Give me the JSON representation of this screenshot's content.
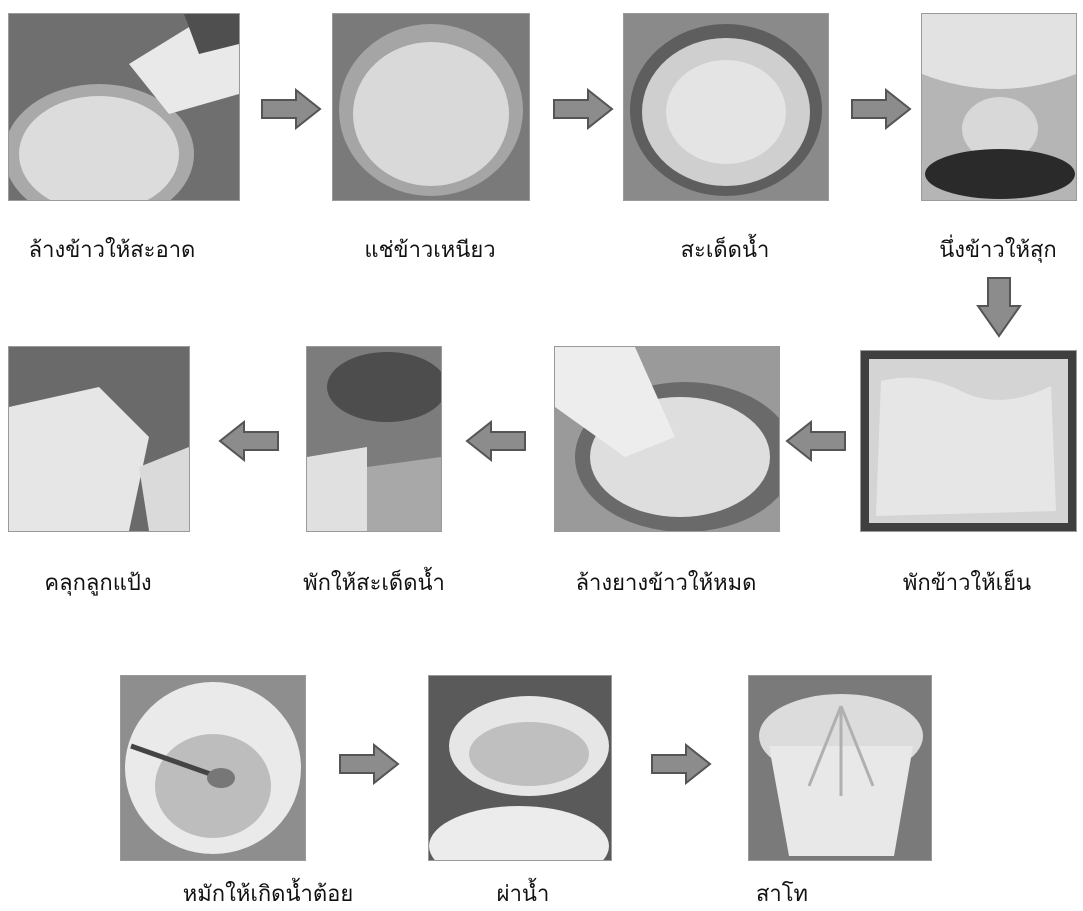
{
  "diagram": {
    "steps": [
      {
        "id": 1,
        "label": "ล้างข้าวให้สะอาด",
        "image": "washing-rice-photo"
      },
      {
        "id": 2,
        "label": "แช่ข้าวเหนียว",
        "image": "soaking-rice-photo"
      },
      {
        "id": 3,
        "label": "สะเด็ดน้ำ",
        "image": "draining-rice-photo"
      },
      {
        "id": 4,
        "label": "นึ่งข้าวให้สุก",
        "image": "steaming-rice-photo"
      },
      {
        "id": 5,
        "label": "พักข้าวให้เย็น",
        "image": "cooling-rice-photo"
      },
      {
        "id": 6,
        "label": "ล้างยางข้าวให้หมด",
        "image": "rinsing-sap-photo"
      },
      {
        "id": 7,
        "label": "พักให้สะเด็ดน้ำ",
        "image": "resting-drain-photo"
      },
      {
        "id": 8,
        "label": "คลุกลูกแป้ง",
        "image": "mixing-yeast-photo"
      },
      {
        "id": 9,
        "label": "หมักให้เกิดน้ำต้อย",
        "image": "fermenting-photo"
      },
      {
        "id": 10,
        "label": "ผ่าน้ำ",
        "image": "adding-water-photo"
      },
      {
        "id": 11,
        "label": "สาโท",
        "image": "sato-wine-photo"
      }
    ],
    "arrow_color": "#8c8c8c"
  }
}
